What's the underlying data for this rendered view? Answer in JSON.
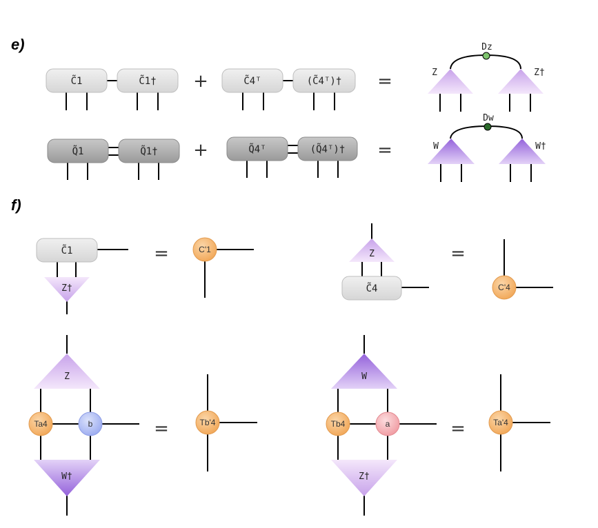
{
  "sections": {
    "e": "e)",
    "f": "f)"
  },
  "ops": {
    "plus": "+",
    "equals": "="
  },
  "e_row1": {
    "box1": "C̃1",
    "box2": "C̃1†",
    "box3": "C̃4ᵀ",
    "box4": "(C̃4ᵀ)†",
    "tri_left": "Z",
    "tri_right": "Z†",
    "center": "Dz"
  },
  "e_row2": {
    "box1": "Q̃1",
    "box2": "Q̃1†",
    "box3": "Q̃4ᵀ",
    "box4": "(Q̃4ᵀ)†",
    "tri_left": "W",
    "tri_right": "W†",
    "center": "Dw"
  },
  "f_top_left": {
    "box": "C̃1",
    "tri": "Z†",
    "result": "C'1"
  },
  "f_top_right": {
    "box": "C̃4",
    "tri": "Z",
    "result": "C'4"
  },
  "f_bottom_left": {
    "tri_top": "Z",
    "left_node": "Ta4",
    "right_node": "b",
    "tri_bottom": "W†",
    "result": "Tb'4"
  },
  "f_bottom_right": {
    "tri_top": "W",
    "left_node": "Tb4",
    "right_node": "a",
    "tri_bottom": "Z†",
    "result": "Ta'4"
  },
  "colors": {
    "light_box": "#e6e6e6",
    "dark_box": "#b4b4b4",
    "light_purple": "#dcb8ee",
    "dark_purple": "#a67de0",
    "orange": "#f6b673",
    "blue": "#aebcf2",
    "pink": "#f5b3b8",
    "green_light": "#7ec46e",
    "green_dark": "#2b6a2b"
  }
}
